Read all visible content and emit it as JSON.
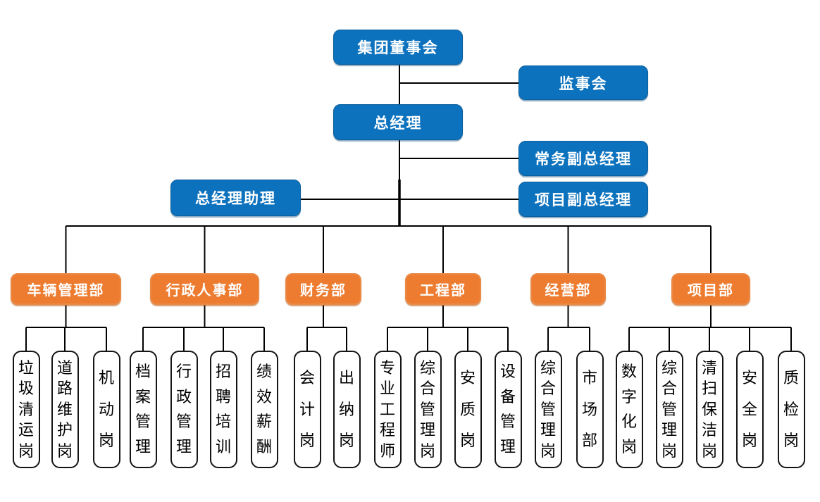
{
  "colors": {
    "box_blue": "#0d72bd",
    "box_orange": "#ed7c30",
    "connector_line": "#000000",
    "post_border": "#141414",
    "text_on_color": "#ffffff",
    "text_post": "#000000"
  },
  "org": {
    "top": [
      {
        "id": "board",
        "label": "集团董事会"
      },
      {
        "id": "supervisory",
        "label": "监事会"
      },
      {
        "id": "gm",
        "label": "总经理"
      },
      {
        "id": "deputy_exec",
        "label": "常务副总经理"
      },
      {
        "id": "gm_assistant",
        "label": "总经理助理"
      },
      {
        "id": "deputy_project",
        "label": "项目副总经理"
      }
    ],
    "departments": [
      {
        "id": "vehicle",
        "label": "车辆管理部",
        "children": [
          "垃圾清运岗",
          "道路维护岗",
          "机动岗"
        ]
      },
      {
        "id": "admin-hr",
        "label": "行政人事部",
        "children": [
          "档案管理",
          "行政管理",
          "招聘培训",
          "绩效薪酬"
        ]
      },
      {
        "id": "finance",
        "label": "财务部",
        "children": [
          "会计岗",
          "出纳岗"
        ]
      },
      {
        "id": "engineering",
        "label": "工程部",
        "children": [
          "专业工程师",
          "综合管理岗",
          "安质岗",
          "设备管理"
        ]
      },
      {
        "id": "business",
        "label": "经营部",
        "children": [
          "综合管理岗",
          "市场部"
        ]
      },
      {
        "id": "project",
        "label": "项目部",
        "children": [
          "数字化岗",
          "综合管理岗",
          "清扫保洁岗",
          "安全岗",
          "质检岗"
        ]
      }
    ]
  }
}
